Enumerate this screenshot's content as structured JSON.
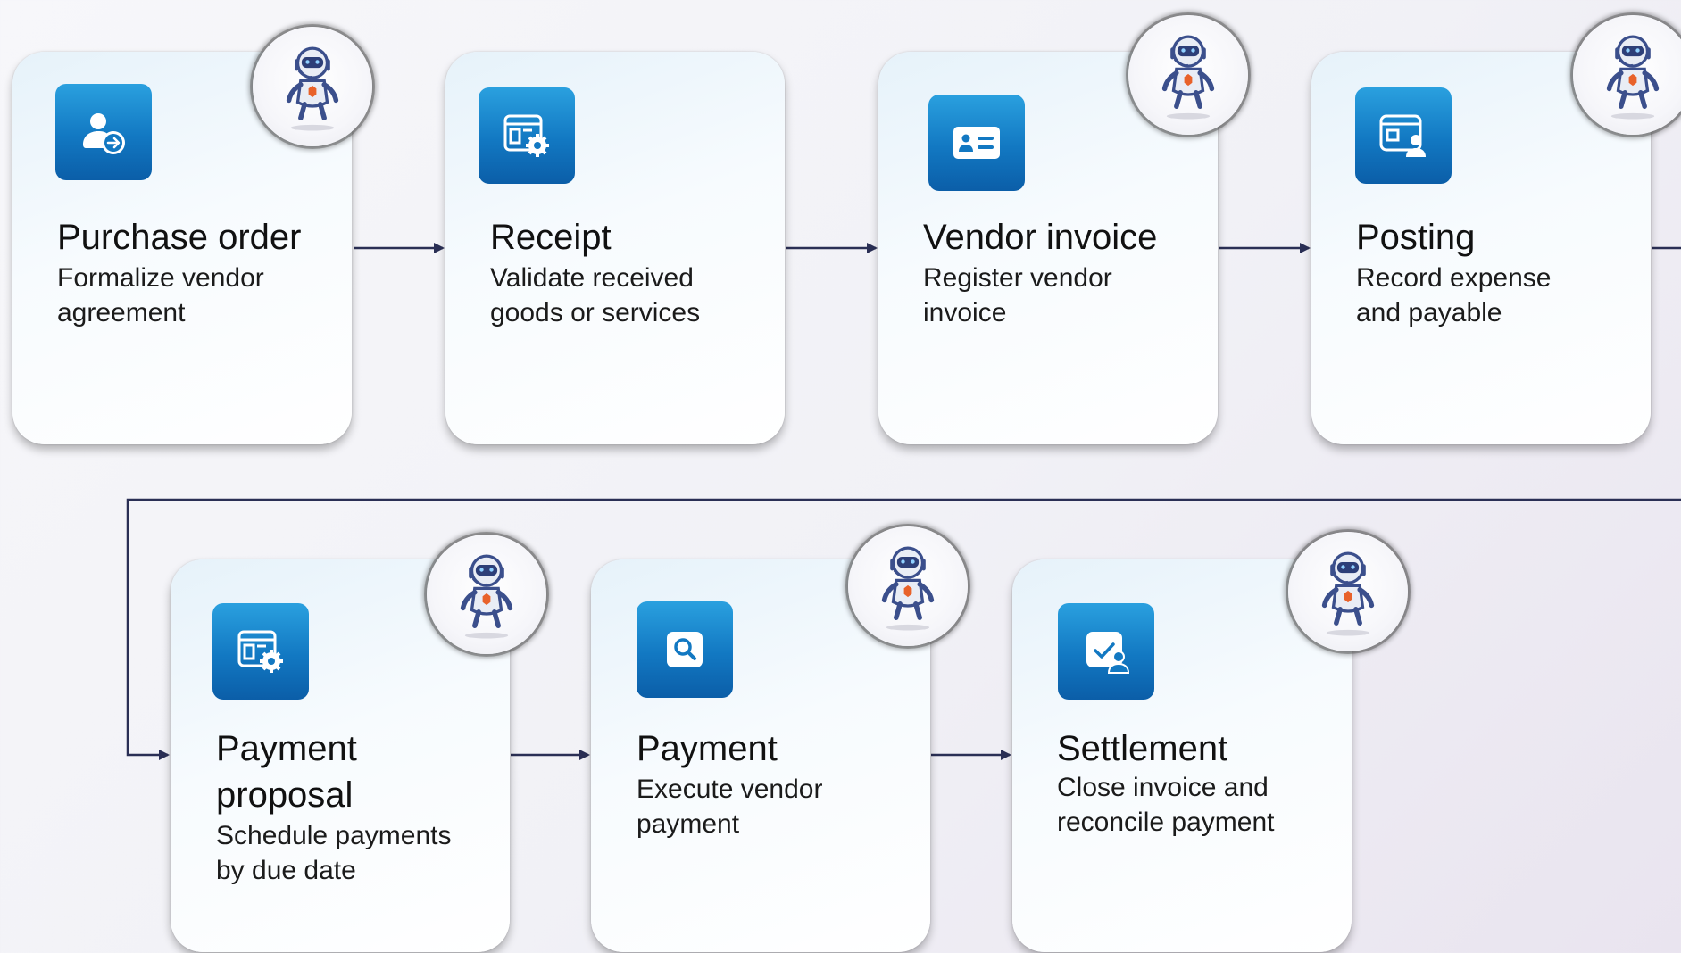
{
  "steps": [
    {
      "title": "Purchase order",
      "desc_lines": [
        "Formalize vendor",
        "agreement"
      ],
      "icon": "person-arrow-icon"
    },
    {
      "title": "Receipt",
      "desc_lines": [
        "Validate received",
        "goods or services"
      ],
      "icon": "window-gear-icon"
    },
    {
      "title": "Vendor invoice",
      "desc_lines": [
        "Register vendor",
        "invoice"
      ],
      "icon": "id-card-icon"
    },
    {
      "title": "Posting",
      "desc_lines": [
        "Record expense",
        "and payable"
      ],
      "icon": "window-person-icon"
    },
    {
      "title_lines": [
        "Payment",
        "proposal"
      ],
      "desc_lines": [
        "Schedule payments",
        "by due date"
      ],
      "icon": "window-gear-icon"
    },
    {
      "title": "Payment",
      "desc_lines": [
        "Execute vendor",
        "payment"
      ],
      "icon": "magnifier-icon"
    },
    {
      "title": "Settlement",
      "desc_lines": [
        "Close invoice and",
        "reconcile payment"
      ],
      "icon": "check-person-icon"
    }
  ],
  "colors": {
    "icon_tile": "#1a84cc",
    "connector": "#2a2f55",
    "robot_body": "#3b4f8c",
    "robot_accent": "#e8622a"
  }
}
